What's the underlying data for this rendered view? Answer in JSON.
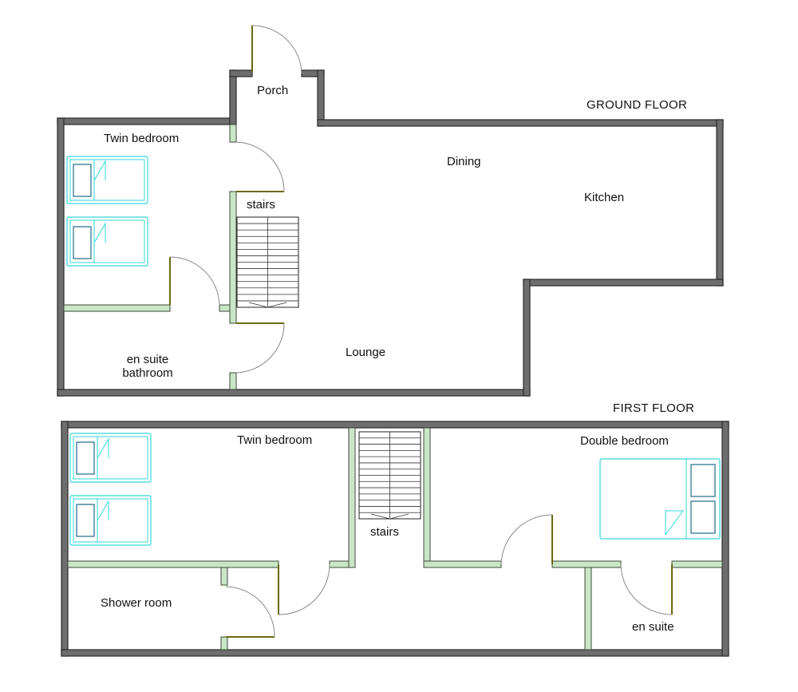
{
  "floors": {
    "ground": "GROUND FLOOR",
    "first": "FIRST FLOOR"
  },
  "ground_rooms": {
    "porch": "Porch",
    "twin_bedroom": "Twin bedroom",
    "dining": "Dining",
    "kitchen": "Kitchen",
    "stairs": "stairs",
    "lounge": "Lounge",
    "en_suite_line1": "en suite",
    "en_suite_line2": "bathroom"
  },
  "first_rooms": {
    "twin_bedroom": "Twin bedroom",
    "double_bedroom": "Double bedroom",
    "stairs": "stairs",
    "shower_room": "Shower room",
    "en_suite": "en suite"
  },
  "colors": {
    "outer_wall": "#6e6e6e",
    "partition": "#c9e6c6",
    "bed_outline": "#33d6d9",
    "pillow_outline": "#1f6b86",
    "door_leaf": "#6b6a10"
  }
}
